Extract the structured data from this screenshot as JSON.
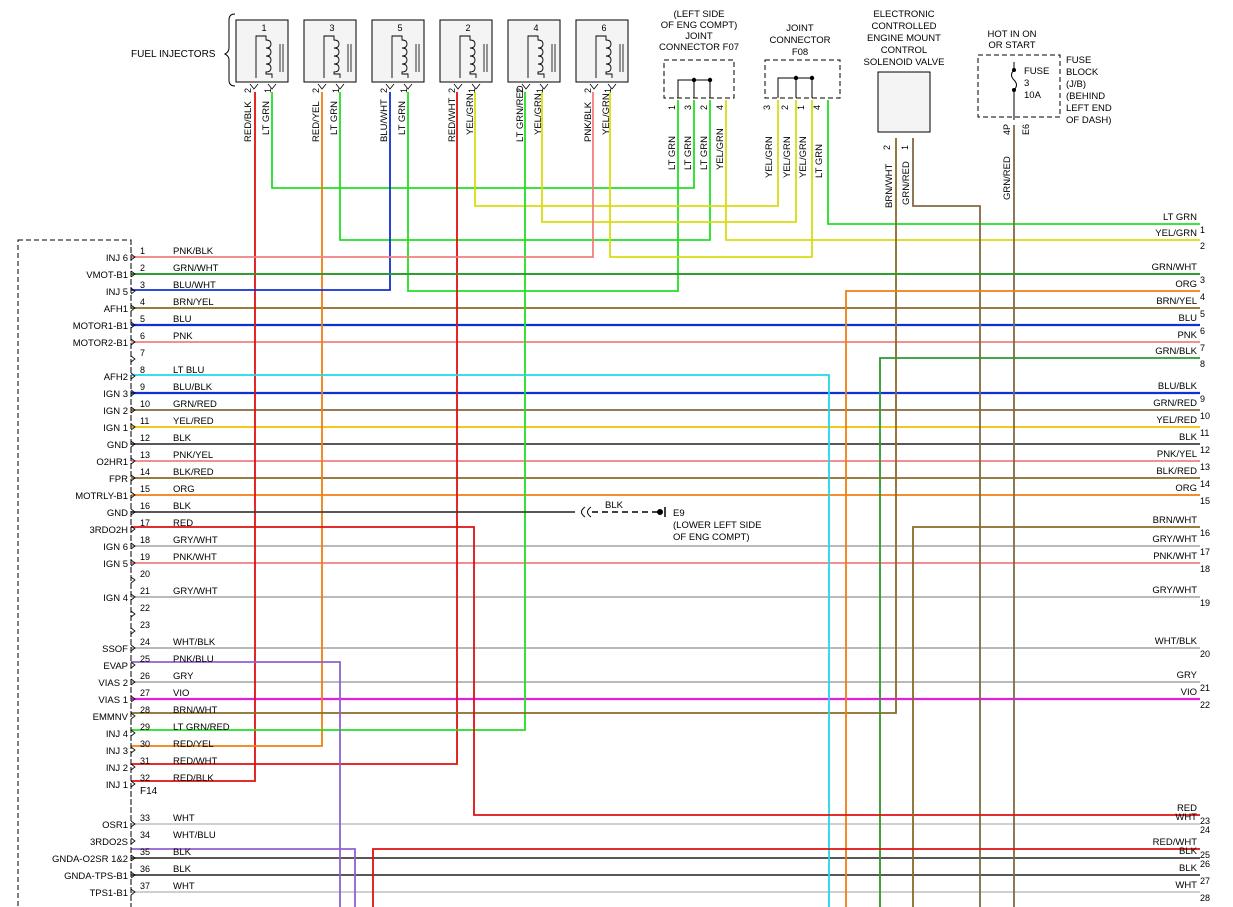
{
  "title_labels": {
    "fuel_injectors": "FUEL INJECTORS",
    "f07": [
      "(LEFT SIDE",
      "OF ENG COMPT)",
      "JOINT",
      "CONNECTOR F07"
    ],
    "f08": [
      "JOINT",
      "CONNECTOR",
      "F08"
    ],
    "mount": [
      "ELECTRONIC",
      "CONTROLLED",
      "ENGINE MOUNT",
      "CONTROL",
      "SOLENOID VALVE"
    ],
    "hot": [
      "HOT IN ON",
      "OR START"
    ],
    "fuse": [
      "FUSE",
      "3",
      "10A"
    ],
    "fuse_block": [
      "FUSE",
      "BLOCK",
      "(J/B)",
      "(BEHIND",
      "LEFT END",
      "OF DASH)"
    ],
    "fuse_pin": "4P",
    "fuse_conn": "E6",
    "ground_wire": "BLK",
    "ground_name": "E9",
    "ground_loc": [
      "(LOWER LEFT SIDE",
      "OF ENG COMPT)"
    ],
    "ecm_conn": "F14"
  },
  "injectors": [
    {
      "num": "1",
      "pins": [
        "2",
        "1"
      ],
      "wires": [
        "RED/BLK",
        "LT GRN"
      ]
    },
    {
      "num": "3",
      "pins": [
        "2",
        "1"
      ],
      "wires": [
        "RED/YEL",
        "LT GRN"
      ]
    },
    {
      "num": "5",
      "pins": [
        "2",
        "1"
      ],
      "wires": [
        "BLU/WHT",
        "LT GRN"
      ]
    },
    {
      "num": "2",
      "pins": [
        "2",
        "1"
      ],
      "wires": [
        "RED/WHT",
        "YEL/GRN"
      ]
    },
    {
      "num": "4",
      "pins": [
        "2",
        "1"
      ],
      "wires": [
        "LT GRN/RED",
        "YEL/GRN"
      ]
    },
    {
      "num": "6",
      "pins": [
        "2",
        "1"
      ],
      "wires": [
        "PNK/BLK",
        "YEL/GRN"
      ]
    }
  ],
  "f07_pins": [
    "1",
    "3",
    "2",
    "4"
  ],
  "f07_wires": [
    "LT GRN",
    "LT GRN",
    "LT GRN",
    "YEL/GRN"
  ],
  "f08_pins": [
    "3",
    "2",
    "1",
    "4"
  ],
  "f08_wires": [
    "YEL/GRN",
    "YEL/GRN",
    "YEL/GRN",
    "LT GRN"
  ],
  "mount_pins": [
    "2",
    "1"
  ],
  "mount_wires": [
    "BRN/WHT",
    "GRN/RED"
  ],
  "fuse_wire": "GRN/RED",
  "ecm_rows": [
    {
      "pin": "1",
      "name": "INJ 6",
      "wire": "PNK/BLK"
    },
    {
      "pin": "2",
      "name": "VMOT-B1",
      "wire": "GRN/WHT"
    },
    {
      "pin": "3",
      "name": "INJ 5",
      "wire": "BLU/WHT"
    },
    {
      "pin": "4",
      "name": "AFH1",
      "wire": "BRN/YEL"
    },
    {
      "pin": "5",
      "name": "MOTOR1-B1",
      "wire": "BLU"
    },
    {
      "pin": "6",
      "name": "MOTOR2-B1",
      "wire": "PNK"
    },
    {
      "pin": "7",
      "name": "",
      "wire": ""
    },
    {
      "pin": "8",
      "name": "AFH2",
      "wire": "LT BLU"
    },
    {
      "pin": "9",
      "name": "IGN 3",
      "wire": "BLU/BLK"
    },
    {
      "pin": "10",
      "name": "IGN 2",
      "wire": "GRN/RED"
    },
    {
      "pin": "11",
      "name": "IGN 1",
      "wire": "YEL/RED"
    },
    {
      "pin": "12",
      "name": "GND",
      "wire": "BLK"
    },
    {
      "pin": "13",
      "name": "O2HR1",
      "wire": "PNK/YEL"
    },
    {
      "pin": "14",
      "name": "FPR",
      "wire": "BLK/RED"
    },
    {
      "pin": "15",
      "name": "MOTRLY-B1",
      "wire": "ORG"
    },
    {
      "pin": "16",
      "name": "GND",
      "wire": "BLK"
    },
    {
      "pin": "17",
      "name": "3RDO2H",
      "wire": "RED"
    },
    {
      "pin": "18",
      "name": "IGN 6",
      "wire": "GRY/WHT"
    },
    {
      "pin": "19",
      "name": "IGN 5",
      "wire": "PNK/WHT"
    },
    {
      "pin": "20",
      "name": "",
      "wire": ""
    },
    {
      "pin": "21",
      "name": "IGN 4",
      "wire": "GRY/WHT"
    },
    {
      "pin": "22",
      "name": "",
      "wire": ""
    },
    {
      "pin": "23",
      "name": "",
      "wire": ""
    },
    {
      "pin": "24",
      "name": "SSOF",
      "wire": "WHT/BLK"
    },
    {
      "pin": "25",
      "name": "EVAP",
      "wire": "PNK/BLU"
    },
    {
      "pin": "26",
      "name": "VIAS 2",
      "wire": "GRY"
    },
    {
      "pin": "27",
      "name": "VIAS 1",
      "wire": "VIO"
    },
    {
      "pin": "28",
      "name": "EMMNV",
      "wire": "BRN/WHT"
    },
    {
      "pin": "29",
      "name": "INJ 4",
      "wire": "LT GRN/RED"
    },
    {
      "pin": "30",
      "name": "INJ 3",
      "wire": "RED/YEL"
    },
    {
      "pin": "31",
      "name": "INJ 2",
      "wire": "RED/WHT"
    },
    {
      "pin": "32",
      "name": "INJ 1",
      "wire": "RED/BLK"
    },
    {
      "pin": "33",
      "name": "OSR1",
      "wire": "WHT"
    },
    {
      "pin": "34",
      "name": "3RDO2S",
      "wire": "WHT/BLU"
    },
    {
      "pin": "35",
      "name": "GNDA-O2SR 1&2",
      "wire": "BLK"
    },
    {
      "pin": "36",
      "name": "GNDA-TPS-B1",
      "wire": "BLK"
    },
    {
      "pin": "37",
      "name": "TPS1-B1",
      "wire": "WHT"
    }
  ],
  "right_rows": [
    {
      "num": "1",
      "wire": "LT GRN"
    },
    {
      "num": "2",
      "wire": "YEL/GRN"
    },
    {
      "num": "3",
      "wire": "GRN/WHT"
    },
    {
      "num": "4",
      "wire": "ORG"
    },
    {
      "num": "5",
      "wire": "BRN/YEL"
    },
    {
      "num": "6",
      "wire": "BLU"
    },
    {
      "num": "7",
      "wire": "PNK"
    },
    {
      "num": "8",
      "wire": "GRN/BLK"
    },
    {
      "num": "9",
      "wire": "BLU/BLK"
    },
    {
      "num": "10",
      "wire": "GRN/RED"
    },
    {
      "num": "11",
      "wire": "YEL/RED"
    },
    {
      "num": "12",
      "wire": "BLK"
    },
    {
      "num": "13",
      "wire": "PNK/YEL"
    },
    {
      "num": "14",
      "wire": "BLK/RED"
    },
    {
      "num": "15",
      "wire": "ORG"
    },
    {
      "num": "16",
      "wire": "BRN/WHT"
    },
    {
      "num": "17",
      "wire": "GRY/WHT"
    },
    {
      "num": "18",
      "wire": "PNK/WHT"
    },
    {
      "num": "19",
      "wire": "GRY/WHT"
    },
    {
      "num": "20",
      "wire": "WHT/BLK"
    },
    {
      "num": "21",
      "wire": "GRY"
    },
    {
      "num": "22",
      "wire": "VIO"
    },
    {
      "num": "23",
      "wire": "RED"
    },
    {
      "num": "24",
      "wire": "WHT"
    },
    {
      "num": "25",
      "wire": "RED/WHT"
    },
    {
      "num": "26",
      "wire": "BLK"
    },
    {
      "num": "27",
      "wire": "BLK"
    },
    {
      "num": "28",
      "wire": "WHT"
    }
  ],
  "colors": {
    "RED": "#e01010",
    "LTGRN": "#22e022",
    "YELGRN": "#d8dc10",
    "BLU": "#1030d0",
    "PNK": "#f08080",
    "GRN": "#2a9a2a",
    "BRN": "#8a6a2a",
    "ORG": "#f07e10",
    "LTBLU": "#20d8e8",
    "YEL": "#f0c000",
    "BLK": "#404040",
    "GRY": "#b0b0b0",
    "VIO": "#e020e0",
    "WHT": "#c8c8c8",
    "PURP": "#9060d0",
    "GRNRED": "#806a40"
  }
}
